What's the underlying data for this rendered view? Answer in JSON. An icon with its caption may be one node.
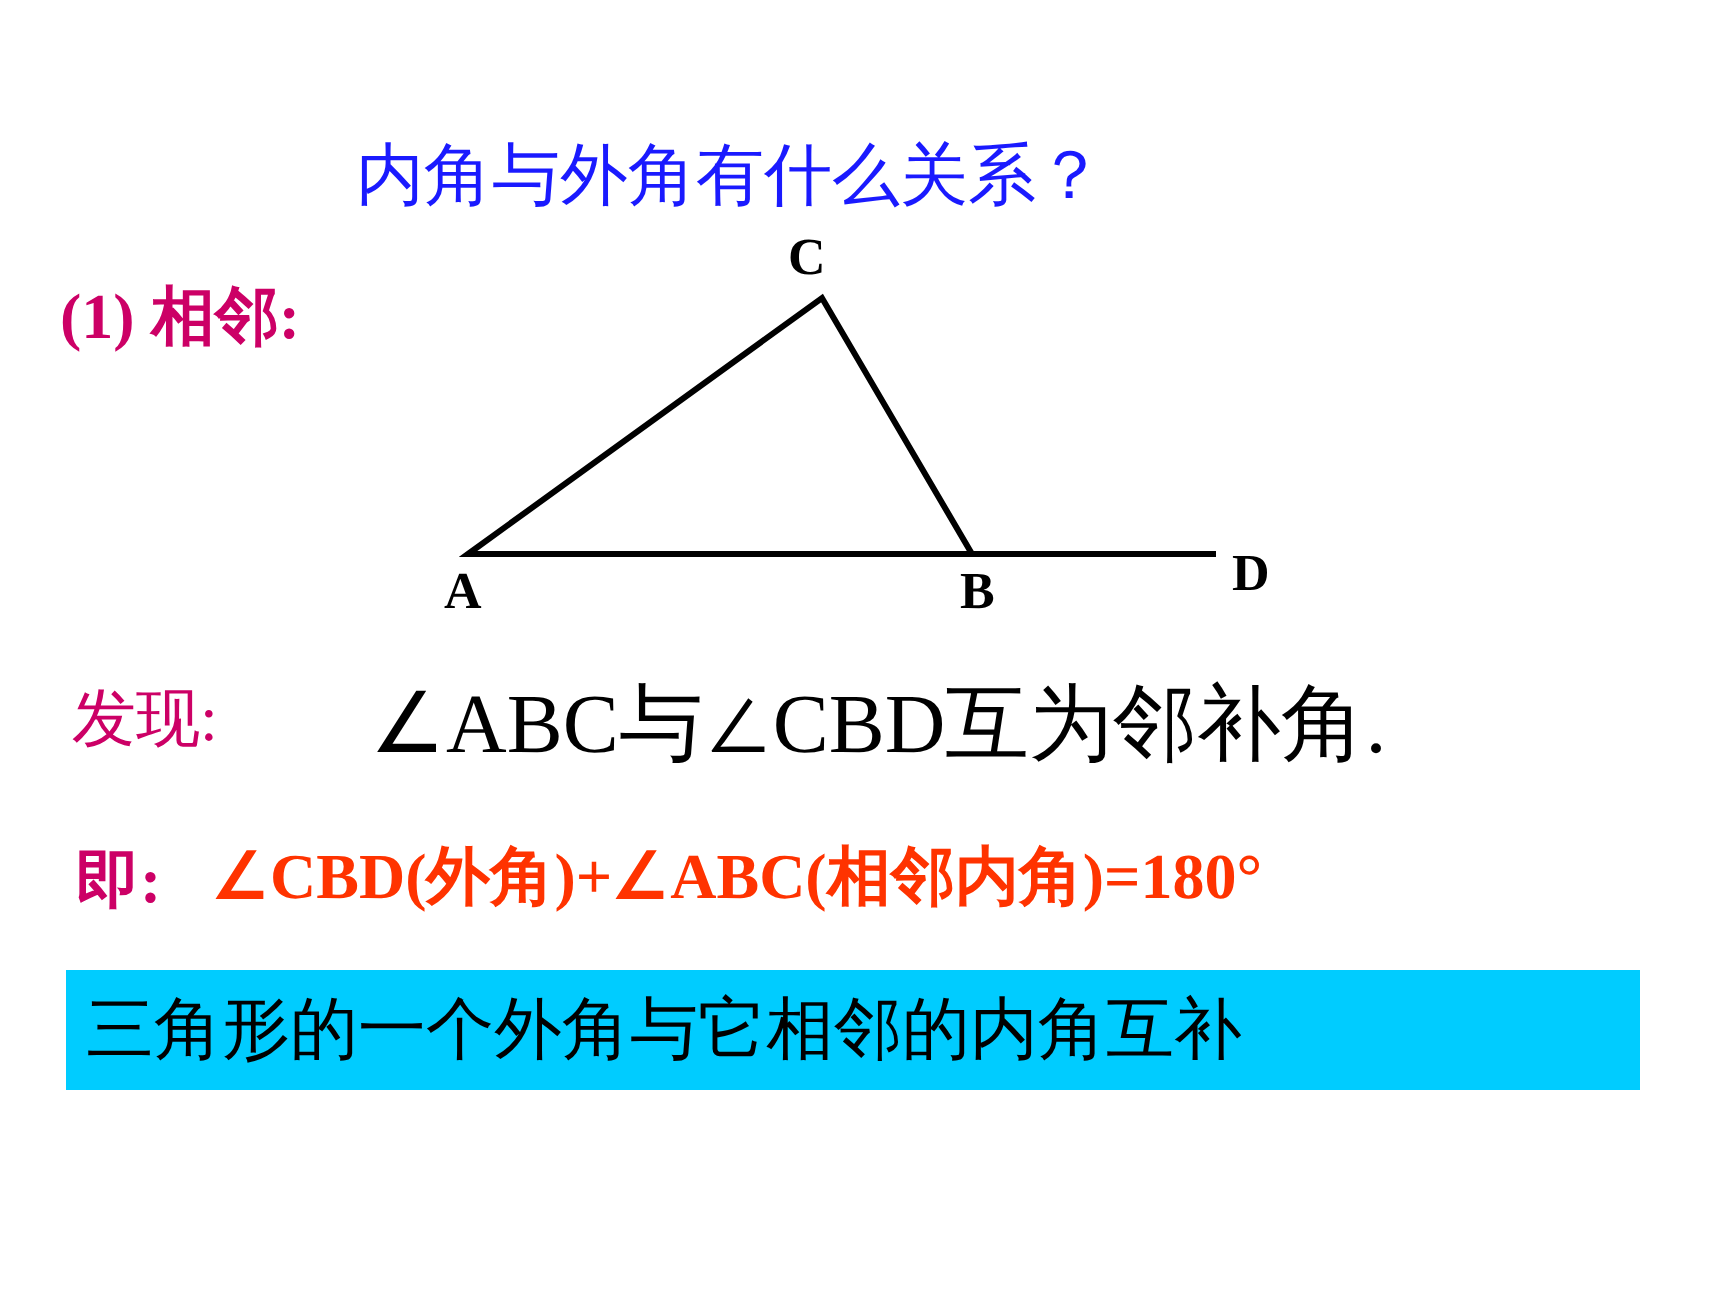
{
  "diagram": {
    "title": "内角与外角有什么关系？",
    "nodes": [
      {
        "text": [
          "三角形的一个外角与它相邻的内角互补"
        ]
      }
    ],
    "labels": [
      "C",
      "(1) 相邻:",
      "A",
      "B",
      "D",
      "发现:",
      "∠ABC与∠CBD互为邻补角.",
      "即:",
      "∠CBD(外角)+∠ABC(相邻内角)=180°"
    ]
  }
}
